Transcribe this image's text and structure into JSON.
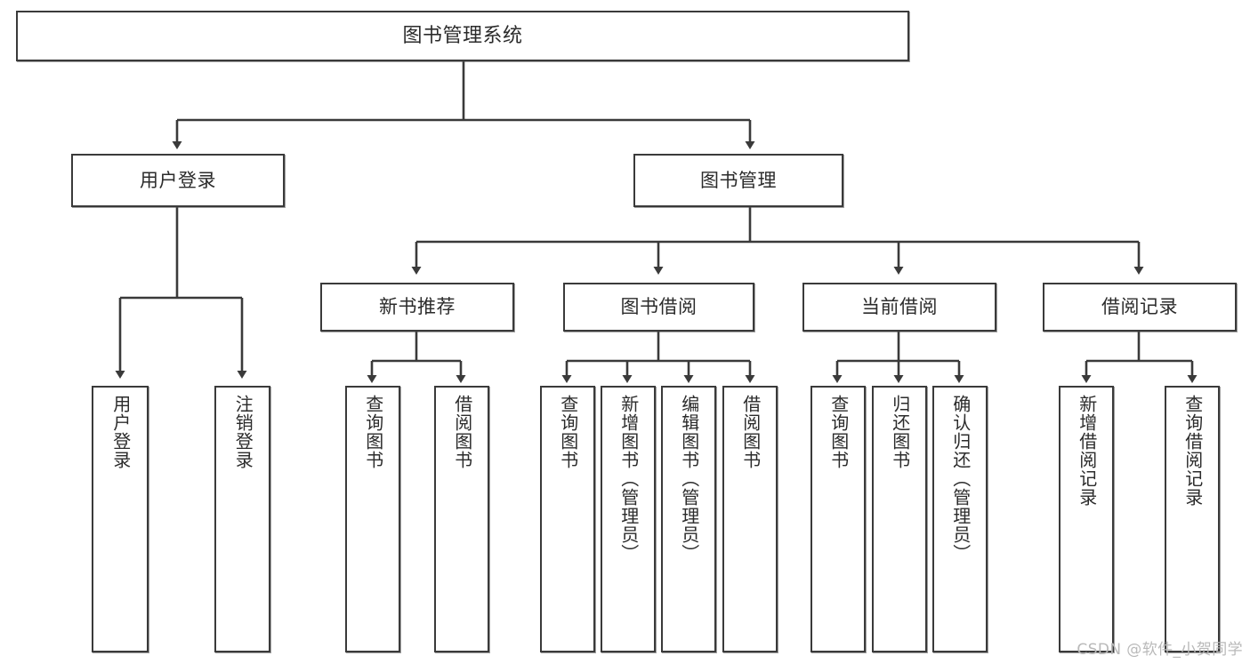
{
  "diagram": {
    "type": "tree-hierarchy",
    "title": "图书管理系统",
    "watermark": "CSDN @软件_小贺同学",
    "colors": {
      "stroke": "#3a3a3a",
      "text": "#2b2b2b",
      "background": "#ffffff",
      "watermark": "#b9b9b9"
    },
    "nodes": {
      "root": {
        "label": "图书管理系统",
        "level": 0,
        "orientation": "horizontal"
      },
      "level1": [
        {
          "id": "user-login",
          "label": "用户登录",
          "orientation": "horizontal"
        },
        {
          "id": "book-manage",
          "label": "图书管理",
          "orientation": "horizontal"
        }
      ],
      "level2": [
        {
          "id": "new-book-recommend",
          "label": "新书推荐",
          "orientation": "horizontal",
          "parent": "book-manage"
        },
        {
          "id": "book-borrow",
          "label": "图书借阅",
          "orientation": "horizontal",
          "parent": "book-manage"
        },
        {
          "id": "current-borrow",
          "label": "当前借阅",
          "orientation": "horizontal",
          "parent": "book-manage"
        },
        {
          "id": "borrow-record",
          "label": "借阅记录",
          "orientation": "horizontal",
          "parent": "book-manage"
        }
      ],
      "leaves": [
        {
          "id": "leaf-user-login",
          "label": "用户登录",
          "parent": "user-login"
        },
        {
          "id": "leaf-logout",
          "label": "注销登录",
          "parent": "user-login"
        },
        {
          "id": "leaf-query-book-1",
          "label": "查询图书",
          "parent": "new-book-recommend"
        },
        {
          "id": "leaf-borrow-book-1",
          "label": "借阅图书",
          "parent": "new-book-recommend"
        },
        {
          "id": "leaf-query-book-2",
          "label": "查询图书",
          "parent": "book-borrow"
        },
        {
          "id": "leaf-add-book",
          "label": "新增图书（管理员）",
          "parent": "book-borrow"
        },
        {
          "id": "leaf-edit-book",
          "label": "编辑图书（管理员）",
          "parent": "book-borrow"
        },
        {
          "id": "leaf-borrow-book-2",
          "label": "借阅图书",
          "parent": "book-borrow"
        },
        {
          "id": "leaf-query-book-3",
          "label": "查询图书",
          "parent": "current-borrow"
        },
        {
          "id": "leaf-return-book",
          "label": "归还图书",
          "parent": "current-borrow"
        },
        {
          "id": "leaf-confirm-return",
          "label": "确认归还（管理员）",
          "parent": "current-borrow"
        },
        {
          "id": "leaf-add-record",
          "label": "新增借阅记录",
          "parent": "borrow-record"
        },
        {
          "id": "leaf-query-record",
          "label": "查询借阅记录",
          "parent": "borrow-record"
        }
      ]
    }
  }
}
